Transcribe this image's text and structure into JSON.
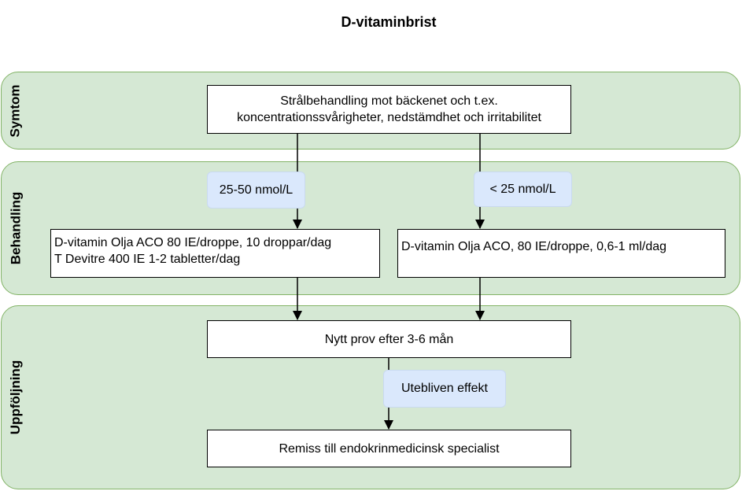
{
  "title": "D-vitaminbrist",
  "lanes": [
    {
      "label": "Symtom"
    },
    {
      "label": "Behandling"
    },
    {
      "label": "Uppföljning"
    }
  ],
  "nodes": {
    "symptom": {
      "line1": "Strålbehandling mot bäckenet och t.ex.",
      "line2": "koncentrationssvårigheter, nedstämdhet och irritabilitet"
    },
    "treatment_a": {
      "line1": "D-vitamin Olja ACO 80 IE/droppe, 10 droppar/dag",
      "line2": "T Devitre 400 IE 1-2 tabletter/dag"
    },
    "treatment_b": {
      "line1": "D-vitamin Olja ACO, 80 IE/droppe, 0,6-1 ml/dag"
    },
    "new_test": {
      "label": "Nytt prov efter 3-6 mån"
    },
    "referral": {
      "label": "Remiss till endokrinmedicinsk specialist"
    }
  },
  "edge_labels": {
    "range_a": "25-50 nmol/L",
    "range_b": "< 25 nmol/L",
    "no_effect": "Utebliven effekt"
  }
}
